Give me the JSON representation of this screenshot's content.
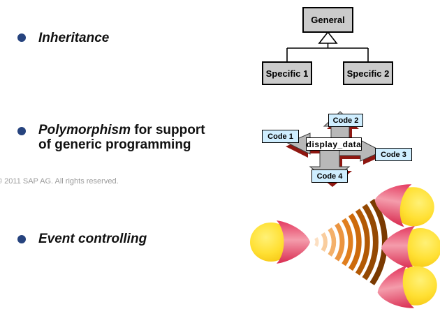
{
  "slide": {
    "background": "#ffffff",
    "bullet_color": "#26437e",
    "text_color": "#111111"
  },
  "bullets": [
    {
      "italic": "Inheritance",
      "rest": ""
    },
    {
      "italic": "Polymorphism",
      "rest": " for support\nof generic programming"
    },
    {
      "italic": "Event controlling",
      "rest": ""
    }
  ],
  "footer": {
    "copyright": "© 2011 SAP AG. All rights reserved."
  },
  "inheritance_diagram": {
    "parent_label": "General",
    "child1_label": "Specific 1",
    "child2_label": "Specific 2",
    "box_fill": "#cbcbcb",
    "box_border": "#000000"
  },
  "polymorphism_diagram": {
    "center_label": "display_data",
    "node1_label": "Code 1",
    "node2_label": "Code 2",
    "node3_label": "Code 3",
    "node4_label": "Code 4",
    "node_fill": "#cfeeff",
    "arrow_fill": "#b8b8b8",
    "arrow_shadow": "#8f1711"
  },
  "event_graphic": {
    "description": "megaphone broadcasting sound waves to three receiving megaphones",
    "horn_yellow": "#ffd81c",
    "horn_red": "#e8476a",
    "wave_colors": [
      "#fcdfc2",
      "#f9cd9e",
      "#f4b06a",
      "#eb9440",
      "#e07e1e",
      "#cd6a0b",
      "#b25904",
      "#944903",
      "#7a3a01"
    ]
  }
}
